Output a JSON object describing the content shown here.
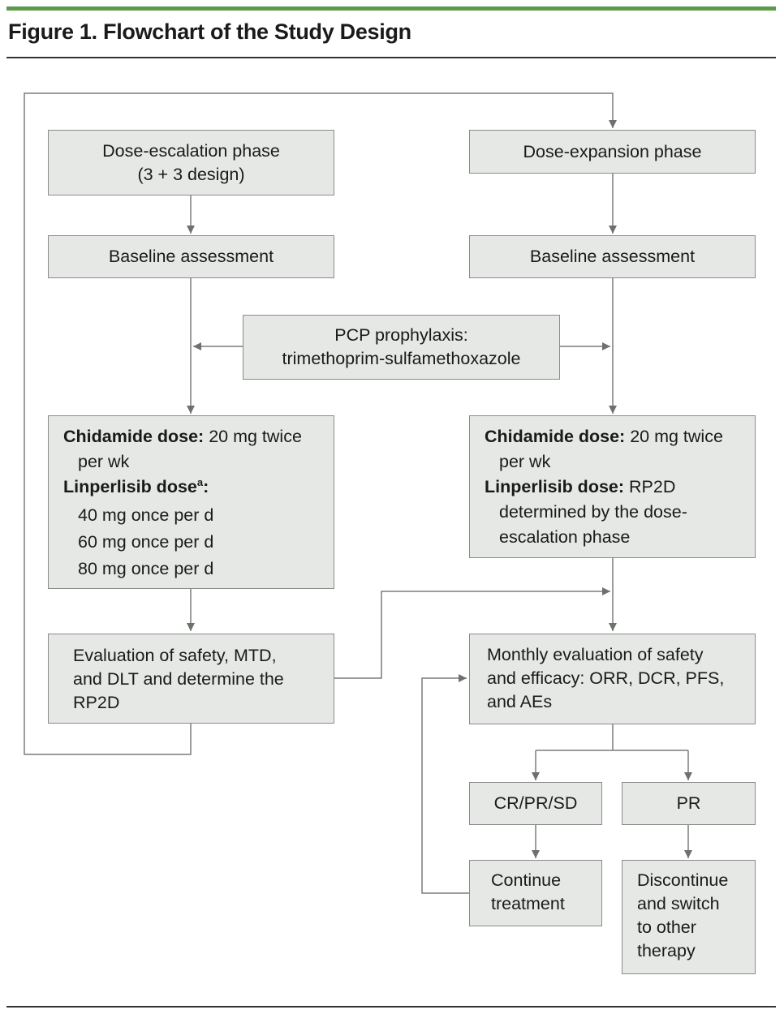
{
  "figure_title": "Figure 1. Flowchart of the Study Design",
  "nodes": {
    "dose_escalation": {
      "line1": "Dose-escalation phase",
      "line2": "(3 + 3 design)"
    },
    "dose_expansion": {
      "label": "Dose-expansion phase"
    },
    "baseline_left": {
      "label": "Baseline assessment"
    },
    "baseline_right": {
      "label": "Baseline assessment"
    },
    "pcp": {
      "line1": "PCP prophylaxis:",
      "line2": "trimethoprim-sulfamethoxazole"
    },
    "dose_left": {
      "chidamide_label": "Chidamide dose:",
      "chidamide_value_1": "20 mg twice",
      "chidamide_value_2": "per wk",
      "linperlisib_label": "Linperlisib dose",
      "linperlisib_sup": "a",
      "colon": ":",
      "dose_1": "40 mg once per d",
      "dose_2": "60 mg once per d",
      "dose_3": "80 mg once per d"
    },
    "dose_right": {
      "chidamide_label": "Chidamide dose:",
      "chidamide_value_1": "20 mg twice",
      "chidamide_value_2": "per wk",
      "linperlisib_label": "Linperlisib dose:",
      "linperlisib_value_1": "RP2D",
      "linperlisib_value_2": "determined by the dose-",
      "linperlisib_value_3": "escalation phase"
    },
    "evaluation": {
      "line1": "Evaluation of safety, MTD,",
      "line2": "and DLT and determine the",
      "line3": "RP2D"
    },
    "monthly": {
      "line1": "Monthly evaluation of safety",
      "line2": "and efficacy: ORR, DCR, PFS,",
      "line3": "and AEs"
    },
    "cr_pr_sd": {
      "label": "CR/PR/SD"
    },
    "pr": {
      "label": "PR"
    },
    "continue": {
      "line1": "Continue",
      "line2": "treatment"
    },
    "discontinue": {
      "line1": "Discontinue",
      "line2": "and switch",
      "line3": "to other",
      "line4": "therapy"
    }
  }
}
